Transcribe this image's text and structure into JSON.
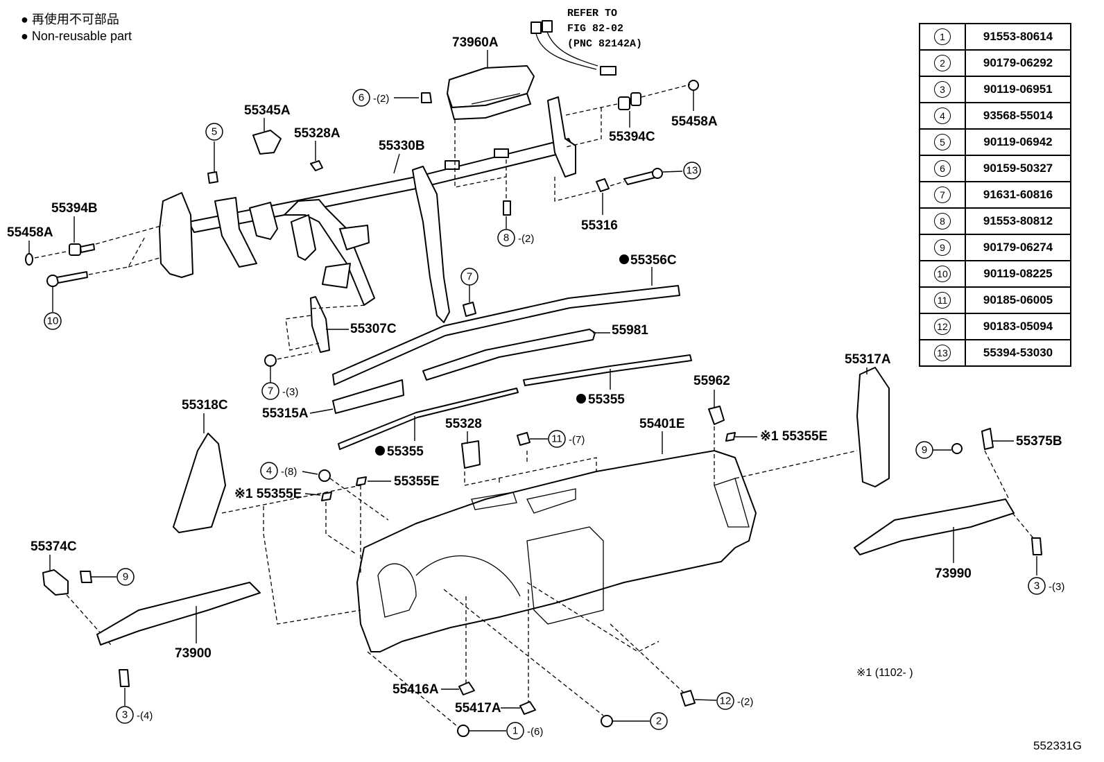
{
  "legend": {
    "line1": "再使用不可部品",
    "line2": "Non-reusable part"
  },
  "refer": {
    "line1": "REFER TO",
    "line2": "FIG 82-02",
    "line3": "(PNC 82142A)"
  },
  "labels": {
    "p73960A": "73960A",
    "p55345A": "55345A",
    "p55328A": "55328A",
    "p55330B": "55330B",
    "p55394C": "55394C",
    "p55458A_top": "55458A",
    "p55394B": "55394B",
    "p55458A_left": "55458A",
    "p55316": "55316",
    "p55356C": "55356C",
    "p55981": "55981",
    "p55307C": "55307C",
    "p55355_right": "55355",
    "p55962": "55962",
    "p55317A": "55317A",
    "p55318C": "55318C",
    "p55315A": "55315A",
    "p55328": "55328",
    "p55355_left": "55355",
    "p55401E": "55401E",
    "p55355E_right": "※1 55355E",
    "p55355E_mid": "55355E",
    "p55355E_left": "※1 55355E",
    "p55375B": "55375B",
    "p55374C": "55374C",
    "p73990": "73990",
    "p73900": "73900",
    "p55416A": "55416A",
    "p55417A": "55417A"
  },
  "callouts": {
    "c6": {
      "num": "6",
      "qty": "-(2)"
    },
    "c5": {
      "num": "5",
      "qty": ""
    },
    "c13": {
      "num": "13",
      "qty": ""
    },
    "c8": {
      "num": "8",
      "qty": "-(2)"
    },
    "c10": {
      "num": "10",
      "qty": ""
    },
    "c7a": {
      "num": "7",
      "qty": ""
    },
    "c7b": {
      "num": "7",
      "qty": "-(3)"
    },
    "c11": {
      "num": "11",
      "qty": "-(7)"
    },
    "c4": {
      "num": "4",
      "qty": "-(8)"
    },
    "c9a": {
      "num": "9",
      "qty": ""
    },
    "c9b": {
      "num": "9",
      "qty": ""
    },
    "c3a": {
      "num": "3",
      "qty": "-(3)"
    },
    "c3b": {
      "num": "3",
      "qty": "-(4)"
    },
    "c1": {
      "num": "1",
      "qty": "-(6)"
    },
    "c2": {
      "num": "2",
      "qty": ""
    },
    "c12": {
      "num": "12",
      "qty": "-(2)"
    }
  },
  "parts_table": [
    {
      "num": "1",
      "part": "91553-80614"
    },
    {
      "num": "2",
      "part": "90179-06292"
    },
    {
      "num": "3",
      "part": "90119-06951"
    },
    {
      "num": "4",
      "part": "93568-55014"
    },
    {
      "num": "5",
      "part": "90119-06942"
    },
    {
      "num": "6",
      "part": "90159-50327"
    },
    {
      "num": "7",
      "part": "91631-60816"
    },
    {
      "num": "8",
      "part": "91553-80812"
    },
    {
      "num": "9",
      "part": "90179-06274"
    },
    {
      "num": "10",
      "part": "90119-08225"
    },
    {
      "num": "11",
      "part": "90185-06005"
    },
    {
      "num": "12",
      "part": "90183-05094"
    },
    {
      "num": "13",
      "part": "55394-53030"
    }
  ],
  "footnote": "※1 (1102-      )",
  "figure_code": "552331G"
}
